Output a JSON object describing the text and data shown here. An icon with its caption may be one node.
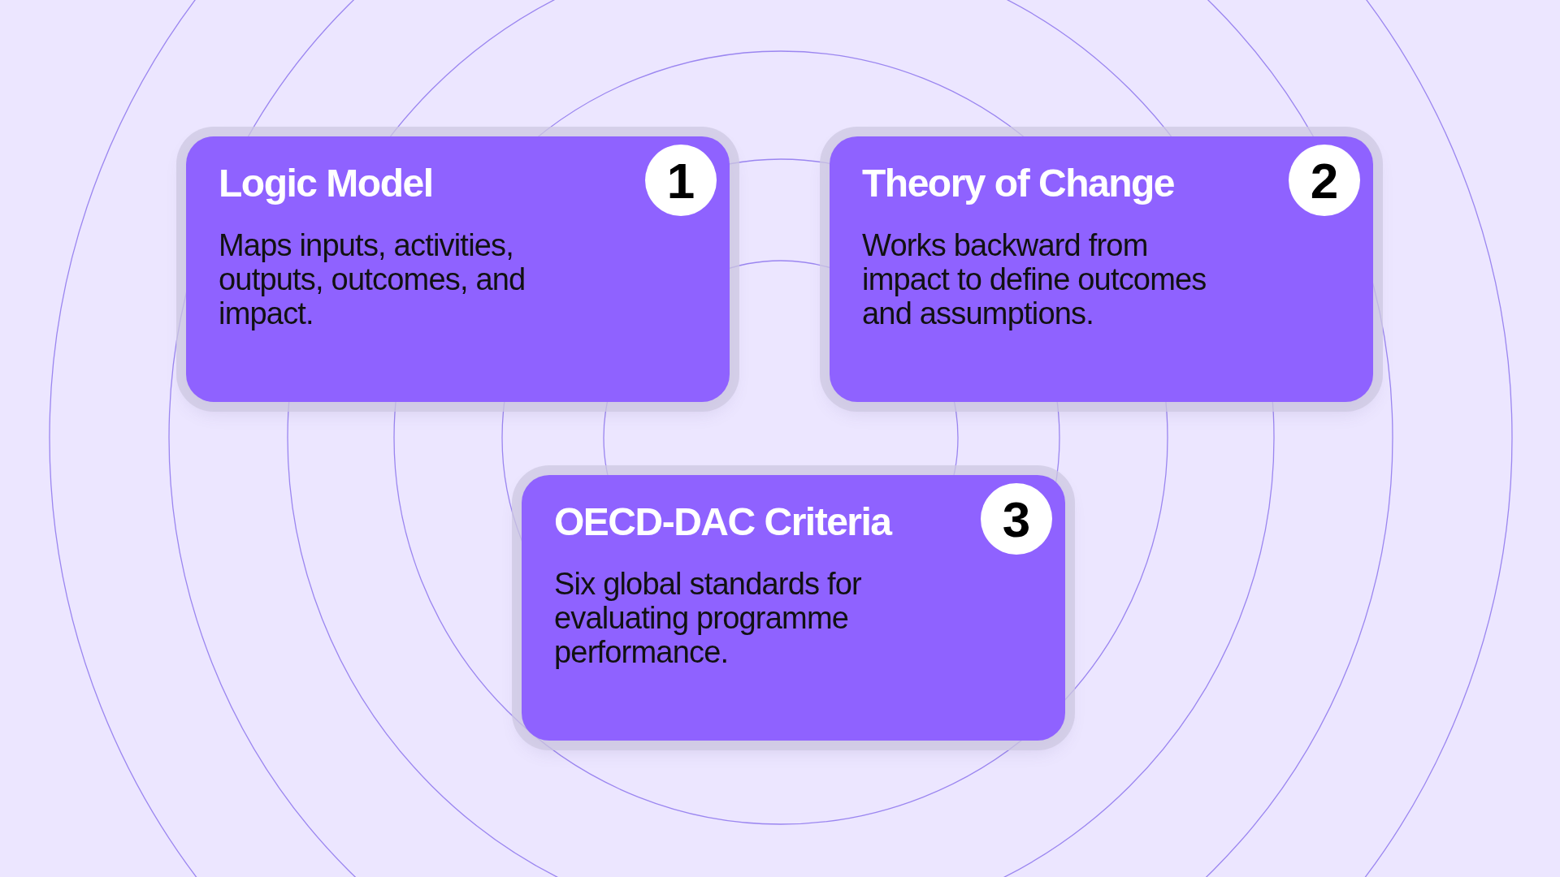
{
  "diagram": {
    "nodes": [
      {
        "text": [
          "Logic Model",
          "Maps inputs, activities, outputs, outcomes, and impact."
        ]
      },
      {
        "text": [
          "1"
        ],
        "in": 0
      },
      {
        "text": [
          "Theory of Change",
          "Works backward from impact to define outcomes and assumptions."
        ]
      },
      {
        "text": [
          "2"
        ],
        "in": 2
      },
      {
        "text": [
          "OECD-DAC Criteria",
          "Six global standards for evaluating programme performance."
        ]
      },
      {
        "text": [
          "3"
        ],
        "in": 4
      }
    ],
    "edges": []
  }
}
